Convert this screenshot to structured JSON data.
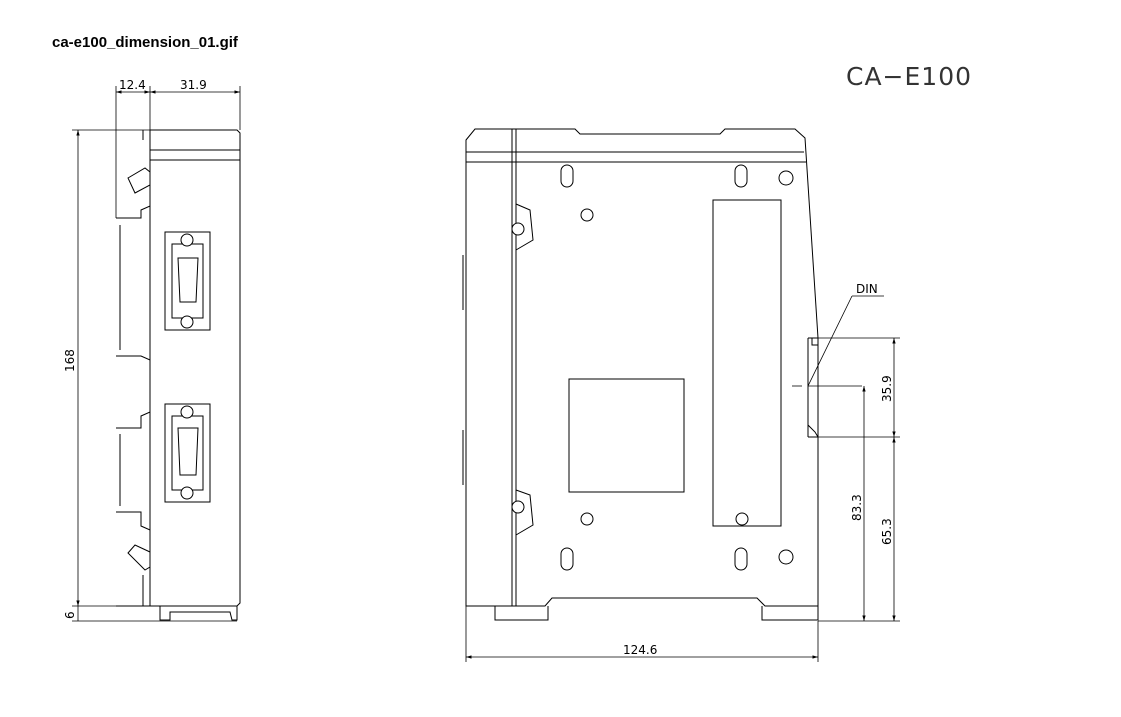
{
  "file_title": "ca-e100_dimension_01.gif",
  "model_label": "CA−E100",
  "dimensions": {
    "side_depth_front": "12.4",
    "side_depth_body": "31.9",
    "height": "168",
    "bottom_offset": "6",
    "width": "124.6",
    "din_rail_width": "35.9",
    "din_center_height": "83.3",
    "din_bottom_height": "65.3"
  },
  "labels": {
    "din": "DIN"
  }
}
